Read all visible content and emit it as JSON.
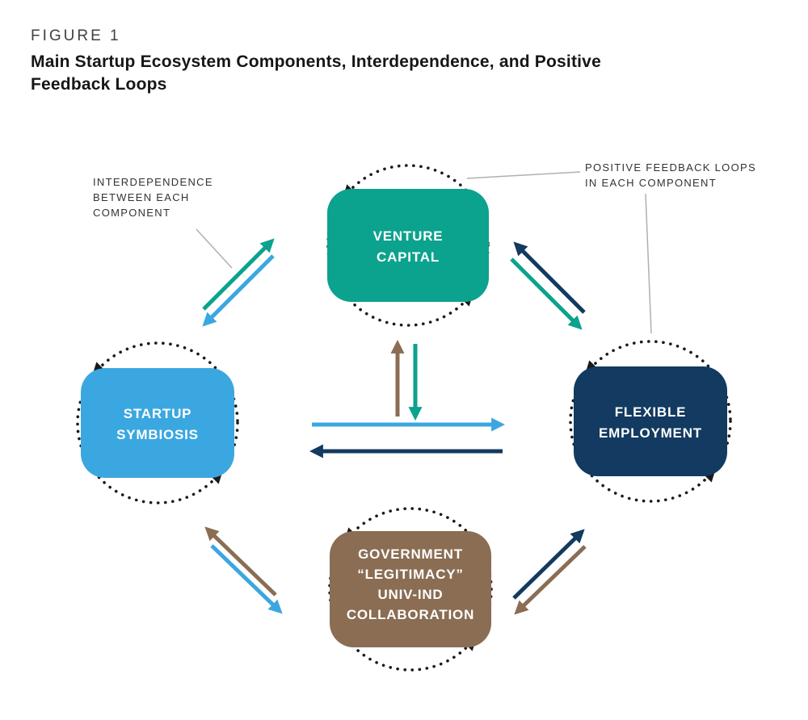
{
  "figure": {
    "label": "FIGURE 1",
    "title": "Main Startup Ecosystem Components, Interdependence, and Positive\nFeedback Loops"
  },
  "colors": {
    "teal": "#0ba28e",
    "blue": "#3ba7e0",
    "navy": "#133a60",
    "brown": "#8a6d53",
    "loop": "#1a1a1a",
    "pointer": "#b0b0b0"
  },
  "components": {
    "venture_capital": {
      "lines": [
        "VENTURE",
        "CAPITAL"
      ]
    },
    "startup_symbiosis": {
      "lines": [
        "STARTUP",
        "SYMBIOSIS"
      ]
    },
    "flexible_employment": {
      "lines": [
        "FLEXIBLE",
        "EMPLOYMENT"
      ]
    },
    "government": {
      "lines": [
        "GOVERNMENT",
        "“LEGITIMACY”",
        "UNIV-IND",
        "COLLABORATION"
      ]
    }
  },
  "annotations": {
    "interdependence": {
      "lines": [
        "INTERDEPENDENCE",
        "BETWEEN EACH",
        "COMPONENT"
      ]
    },
    "feedback_loops": {
      "lines": [
        "POSITIVE FEEDBACK LOOPS",
        "IN EACH COMPONENT"
      ]
    }
  }
}
